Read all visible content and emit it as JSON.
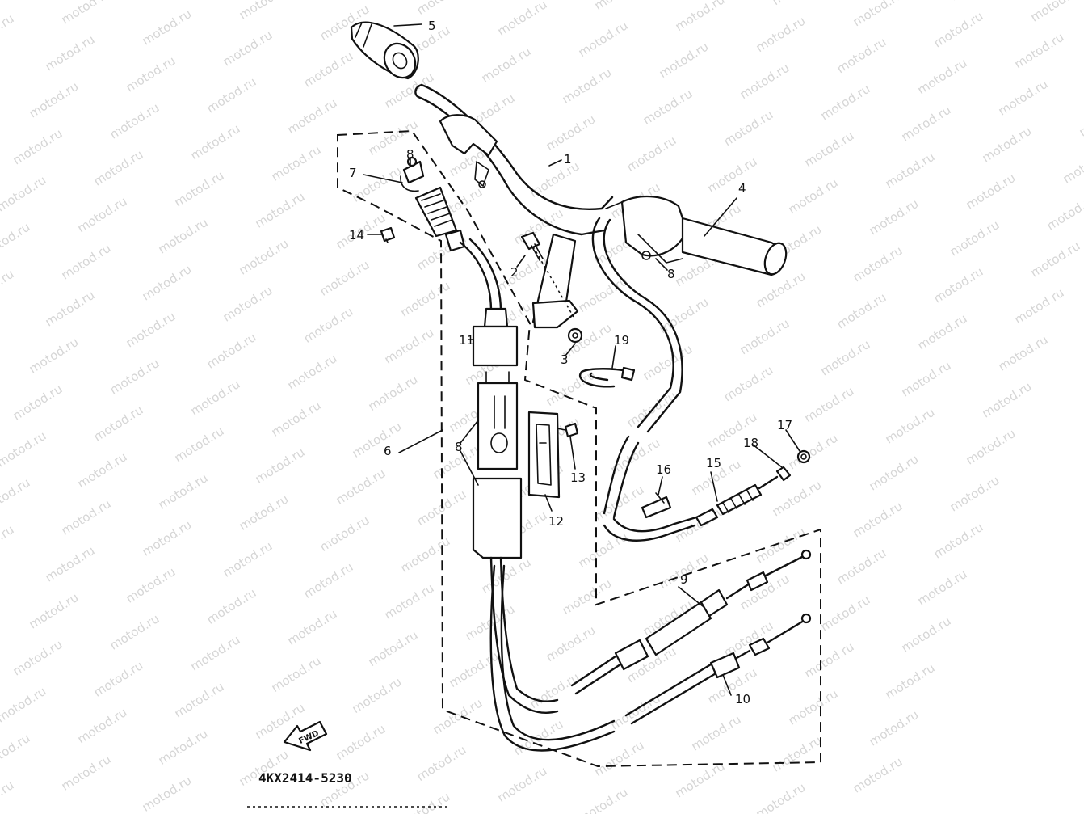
{
  "watermark": "motod.ru",
  "diagram_code": "4KX2414-5230",
  "fwd_label": "FWD",
  "callouts": {
    "c1": "1",
    "c2": "2",
    "c3": "3",
    "c4": "4",
    "c5": "5",
    "c6": "6",
    "c7": "7",
    "c8_top": "8",
    "c8_right": "8",
    "c8_left": "8",
    "c9": "9",
    "c10": "10",
    "c11": "11",
    "c12": "12",
    "c13": "13",
    "c14": "14",
    "c15": "15",
    "c16": "16",
    "c17": "17",
    "c18": "18",
    "c19": "19"
  }
}
